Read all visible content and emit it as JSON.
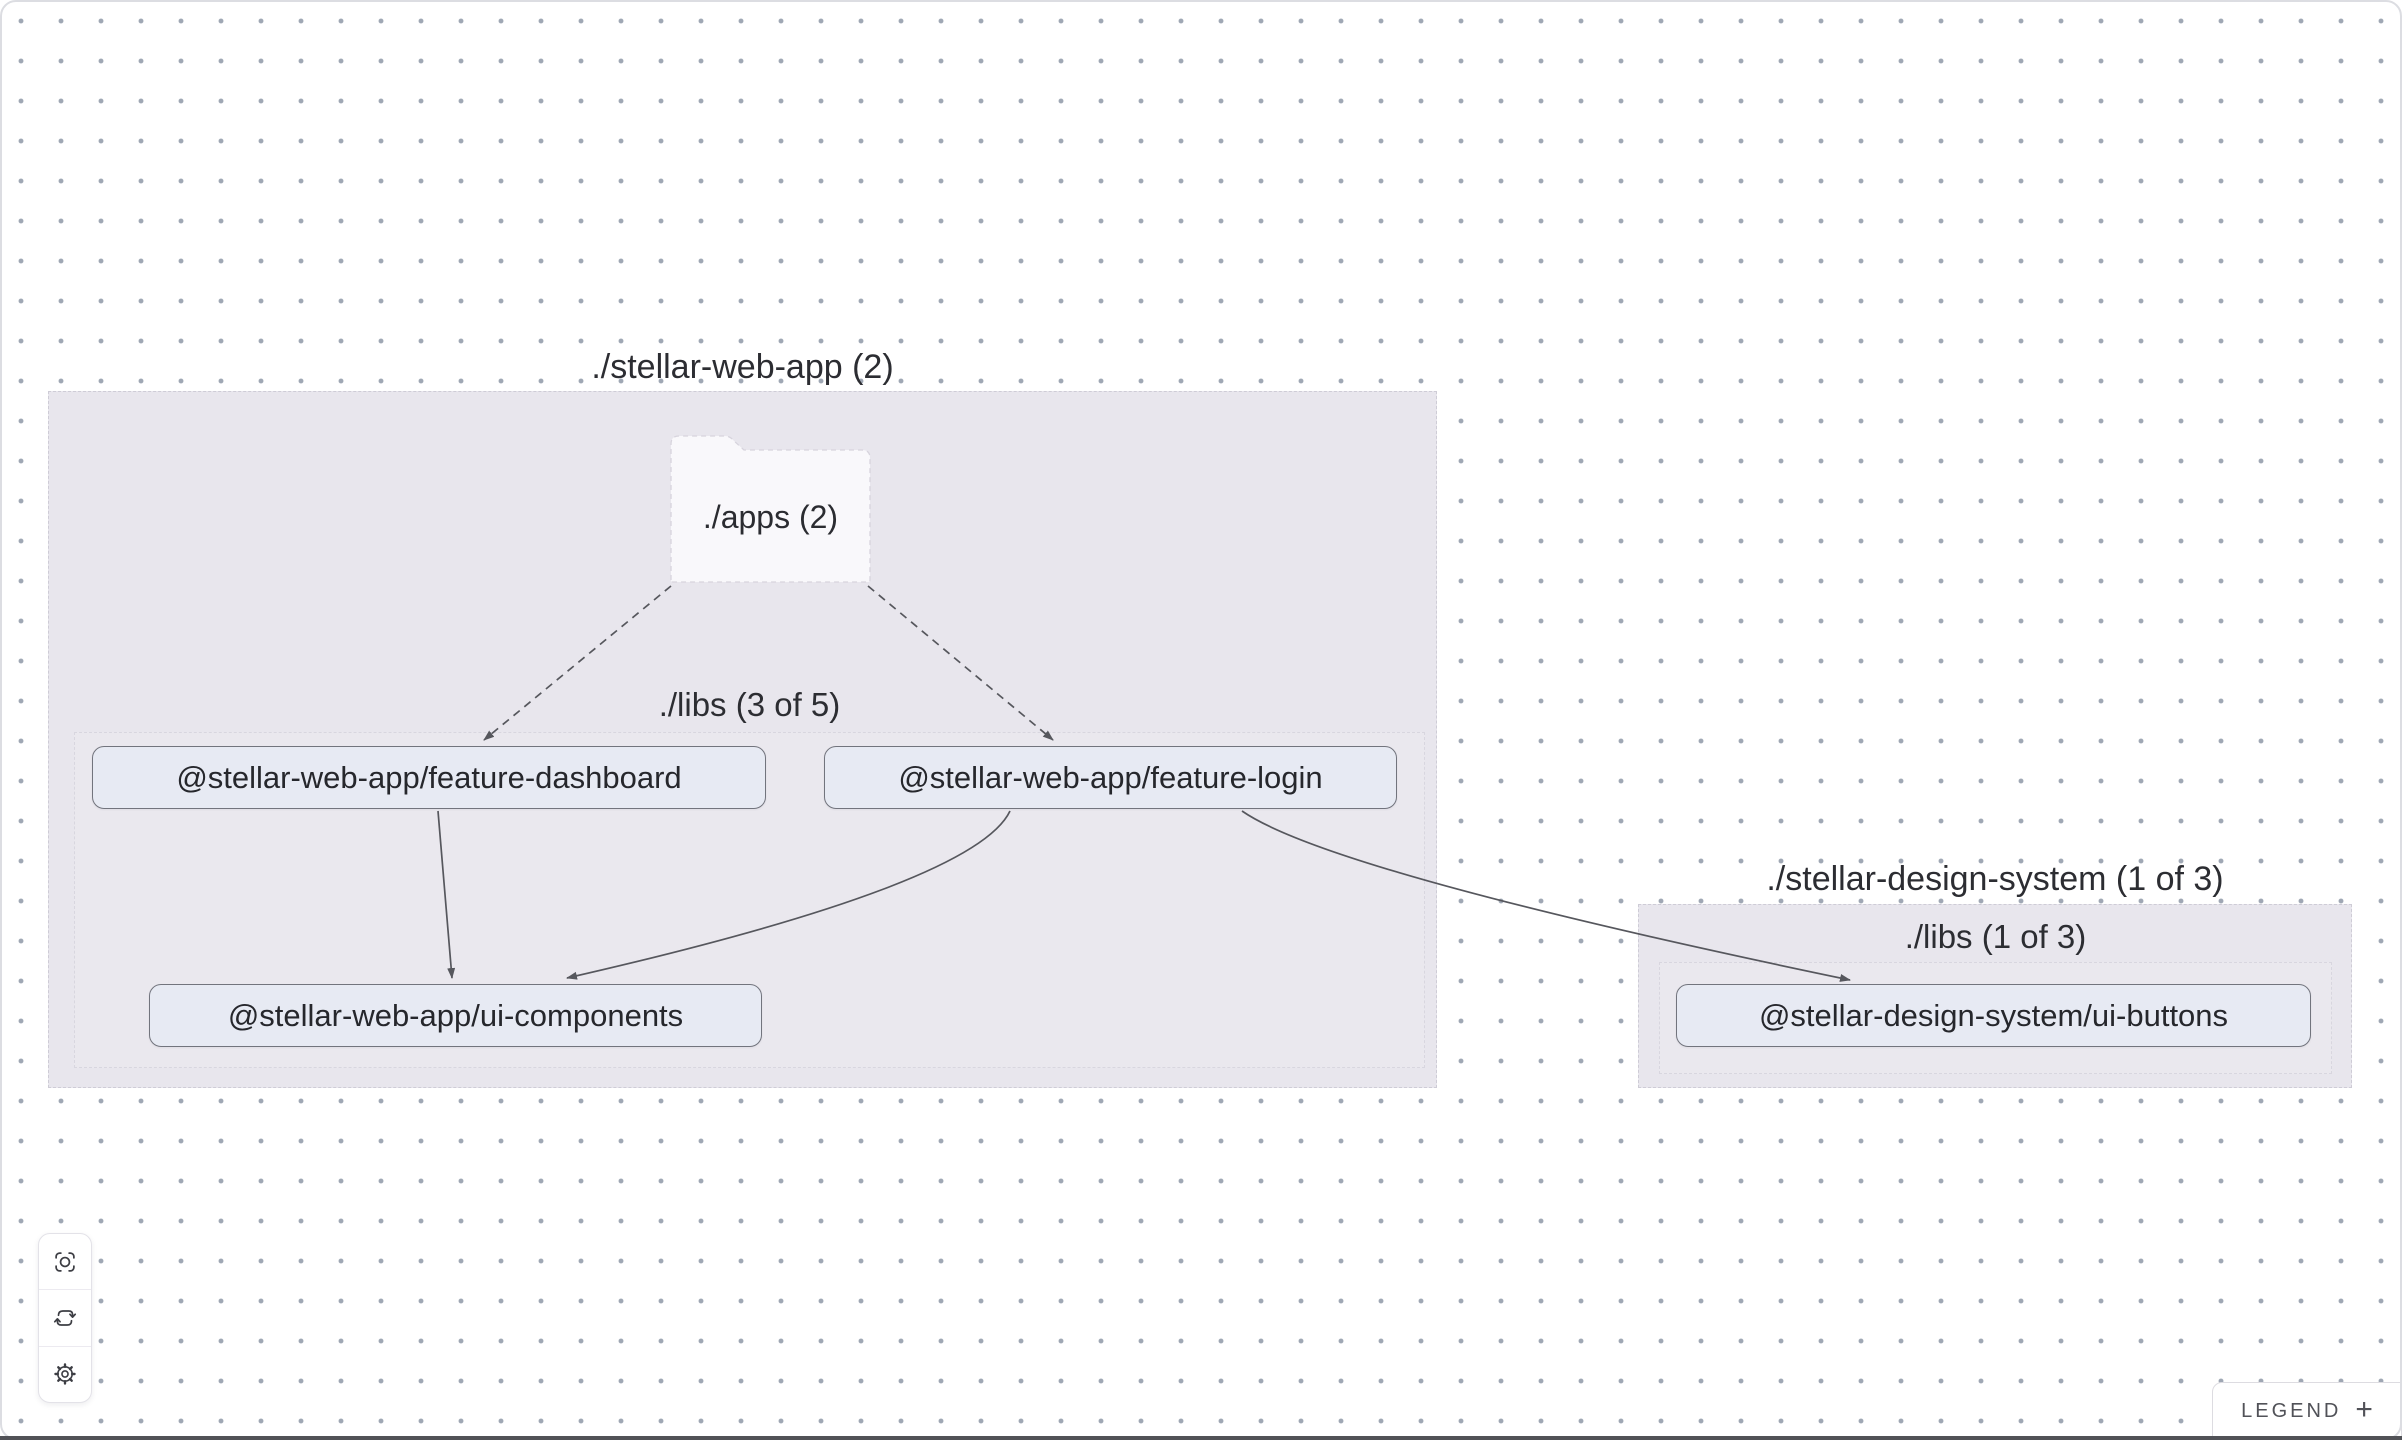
{
  "colors": {
    "canvas_bg": "#ffffff",
    "dot_grid": "#9fa7b4",
    "group_fill": "#e8e6ed",
    "node_fill": "#e7eaf3",
    "node_border": "#72747d",
    "edge": "#56575d",
    "text": "#2c2d32"
  },
  "graph": {
    "groups": {
      "webApp": {
        "title": "./stellar-web-app (2)"
      },
      "webAppLibs": {
        "title": "./libs (3 of 5)"
      },
      "designSystem": {
        "title": "./stellar-design-system (1 of 3)"
      },
      "designSystemLibs": {
        "title": "./libs (1 of 3)"
      }
    },
    "folder": {
      "label": "./apps (2)"
    },
    "nodes": {
      "featureDashboard": {
        "label": "@stellar-web-app/feature-dashboard"
      },
      "featureLogin": {
        "label": "@stellar-web-app/feature-login"
      },
      "uiComponents": {
        "label": "@stellar-web-app/ui-components"
      },
      "uiButtons": {
        "label": "@stellar-design-system/ui-buttons"
      }
    },
    "edges": [
      {
        "source": "./apps",
        "target": "@stellar-web-app/feature-dashboard",
        "style": "dashed"
      },
      {
        "source": "./apps",
        "target": "@stellar-web-app/feature-login",
        "style": "dashed"
      },
      {
        "source": "@stellar-web-app/feature-dashboard",
        "target": "@stellar-web-app/ui-components",
        "style": "solid"
      },
      {
        "source": "@stellar-web-app/feature-login",
        "target": "@stellar-web-app/ui-components",
        "style": "solid"
      },
      {
        "source": "@stellar-web-app/feature-login",
        "target": "@stellar-design-system/ui-buttons",
        "style": "solid"
      }
    ]
  },
  "controls": {
    "toolbar": {
      "buttons": [
        {
          "name": "focus"
        },
        {
          "name": "refresh"
        },
        {
          "name": "settings"
        }
      ]
    },
    "legend": {
      "label": "LEGEND",
      "expand_symbol": "+"
    }
  }
}
